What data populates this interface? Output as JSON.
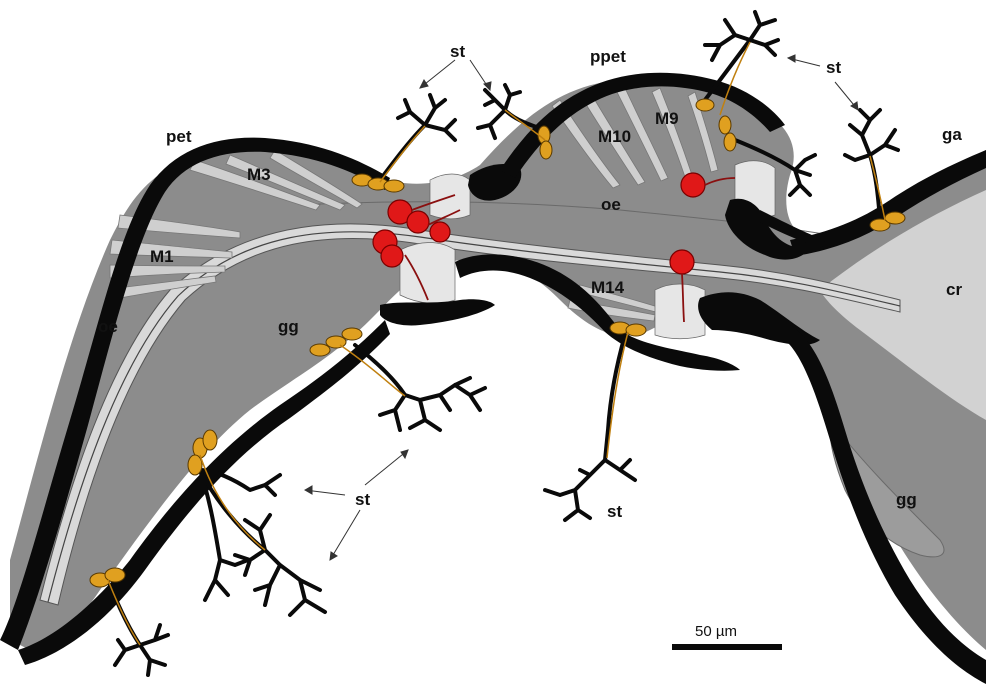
{
  "labels": {
    "pet": "pet",
    "ppet": "ppet",
    "ga": "ga",
    "cr": "cr",
    "oe_left": "oe",
    "oe_top": "oe",
    "gg_left": "gg",
    "gg_right": "gg",
    "m1": "M1",
    "m3": "M3",
    "m9": "M9",
    "m10": "M10",
    "m14": "M14",
    "st_top_left": "st",
    "st_top_right": "st",
    "st_bottom_center": "st",
    "st_bottom_left": "st"
  },
  "scale_bar": {
    "label": "50 µm"
  },
  "colors": {
    "cuticle": "#0a0a0a",
    "tissue": "#8c8c8c",
    "muscle": "#c8c8c8",
    "lumen": "#dedede",
    "gland": "#e0a020",
    "neuron_red": "#e01818",
    "background": "#ffffff"
  }
}
